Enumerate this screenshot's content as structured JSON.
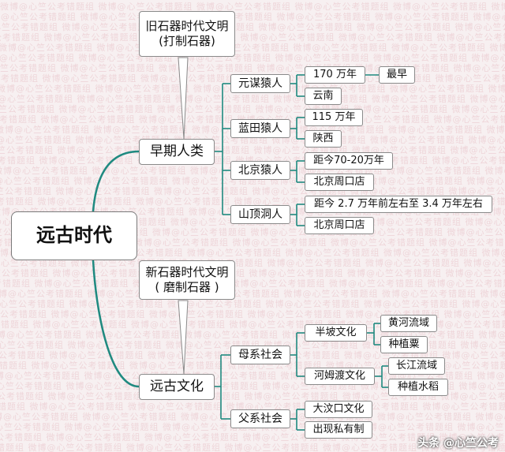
{
  "watermark": "微博@心竺公考错题组",
  "footer": "头条 @心竺公考",
  "colors": {
    "teal": "#1f8a80",
    "callout_border": "#8a8a8a"
  },
  "root": {
    "label": "远古时代"
  },
  "paleo": {
    "label": "早期人类",
    "callout": {
      "line1": "旧石器时代文明",
      "line2": "(打制石器)"
    },
    "groups": [
      {
        "label": "元谋猿人",
        "leaves": [
          "170 万年",
          "云南"
        ],
        "extra": "最早"
      },
      {
        "label": "蓝田猿人",
        "leaves": [
          "115 万年",
          "陕西"
        ]
      },
      {
        "label": "北京猿人",
        "leaves": [
          "距今70-20万年",
          "北京周口店"
        ]
      },
      {
        "label": "山顶洞人",
        "leaves": [
          "距今 2.7 万年前左右至 3.4 万年左右",
          "北京周口店"
        ]
      }
    ]
  },
  "neo": {
    "label": "远古文化",
    "callout": {
      "line1": "新石器时代文明",
      "line2": "( 磨制石器 )"
    },
    "matriarchal": {
      "label": "母系社会",
      "cultures": [
        {
          "label": "半坡文化",
          "leaves": [
            "黄河流域",
            "种植粟"
          ]
        },
        {
          "label": "河姆渡文化",
          "leaves": [
            "长江流域",
            "种植水稻"
          ]
        }
      ]
    },
    "patriarchal": {
      "label": "父系社会",
      "leaves": [
        "大汶口文化",
        "出现私有制"
      ]
    }
  }
}
